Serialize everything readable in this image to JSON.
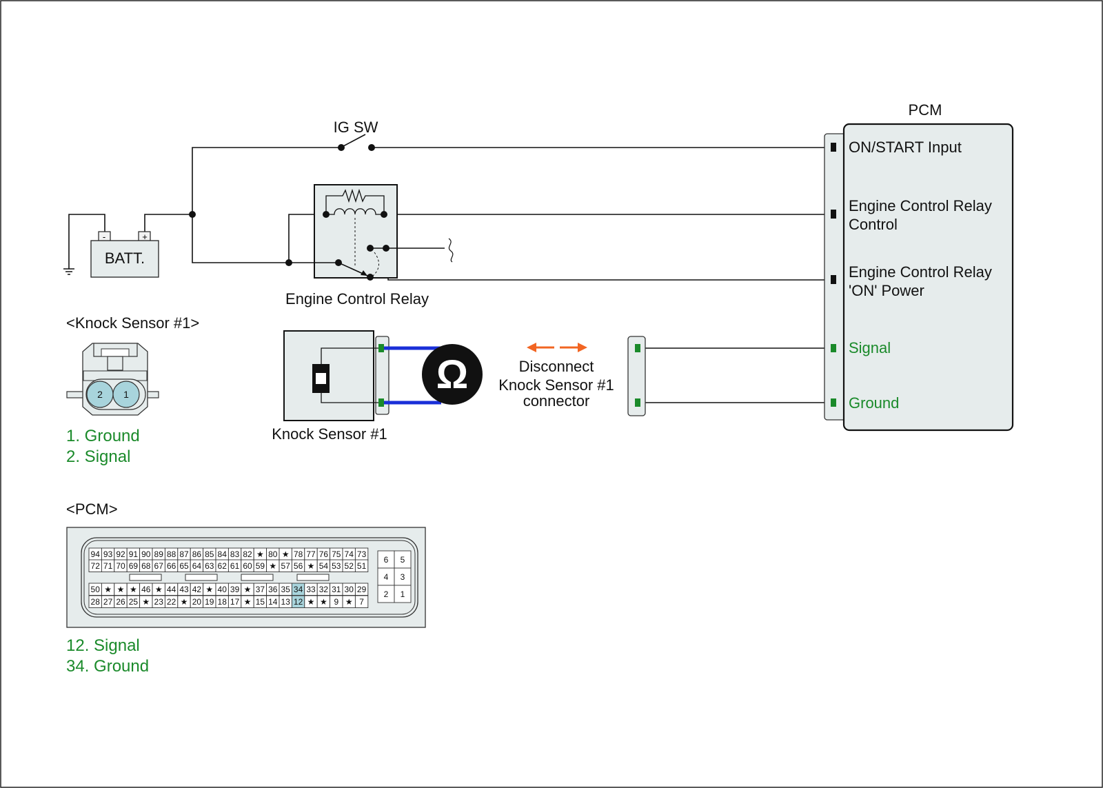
{
  "pcm_box": {
    "title": "PCM",
    "pins": [
      {
        "label_lines": [
          "ON/START Input"
        ],
        "color": "#111111"
      },
      {
        "label_lines": [
          "Engine Control Relay",
          "Control"
        ],
        "color": "#111111"
      },
      {
        "label_lines": [
          "Engine Control Relay",
          "'ON' Power"
        ],
        "color": "#111111"
      },
      {
        "label_lines": [
          "Signal"
        ],
        "color": "#1a8a2a"
      },
      {
        "label_lines": [
          "Ground"
        ],
        "color": "#1a8a2a"
      }
    ]
  },
  "ig_switch": {
    "label": "IG SW"
  },
  "battery": {
    "label": "BATT.",
    "minus": "-",
    "plus": "+"
  },
  "relay": {
    "label": "Engine Control Relay"
  },
  "knock_sensor": {
    "label": "Knock Sensor #1"
  },
  "ohmmeter": {
    "symbol": "Ω"
  },
  "instruction": {
    "lines": [
      "Disconnect",
      "Knock Sensor #1",
      "connector"
    ],
    "arrow_color": "#f26522"
  },
  "knock_connector": {
    "title": "<Knock Sensor #1>",
    "pins": [
      "2",
      "1"
    ],
    "legend": [
      "1. Ground",
      "2. Signal"
    ]
  },
  "pcm_connector": {
    "title": "<PCM>",
    "rows": [
      [
        "94",
        "93",
        "92",
        "91",
        "90",
        "89",
        "88",
        "87",
        "86",
        "85",
        "84",
        "83",
        "82",
        "★",
        "80",
        "★",
        "78",
        "77",
        "76",
        "75",
        "74",
        "73"
      ],
      [
        "72",
        "71",
        "70",
        "69",
        "68",
        "67",
        "66",
        "65",
        "64",
        "63",
        "62",
        "61",
        "60",
        "59",
        "★",
        "57",
        "56",
        "★",
        "54",
        "53",
        "52",
        "51"
      ],
      [
        "50",
        "★",
        "★",
        "★",
        "46",
        "★",
        "44",
        "43",
        "42",
        "★",
        "40",
        "39",
        "★",
        "37",
        "36",
        "35",
        "34",
        "33",
        "32",
        "31",
        "30",
        "29"
      ],
      [
        "28",
        "27",
        "26",
        "25",
        "★",
        "23",
        "22",
        "★",
        "20",
        "19",
        "18",
        "17",
        "★",
        "15",
        "14",
        "13",
        "12",
        "★",
        "★",
        "9",
        "★",
        "7"
      ]
    ],
    "highlight": [
      "34",
      "12"
    ],
    "small_block": [
      [
        "6",
        "5"
      ],
      [
        "4",
        "3"
      ],
      [
        "2",
        "1"
      ]
    ],
    "legend": [
      "12. Signal",
      "34. Ground"
    ]
  },
  "colors": {
    "green_text": "#1a8a2a",
    "panel_fill": "#e6ecec",
    "pin_highlight": "#a8d4dc",
    "probe_wire": "#1a2fd8"
  }
}
